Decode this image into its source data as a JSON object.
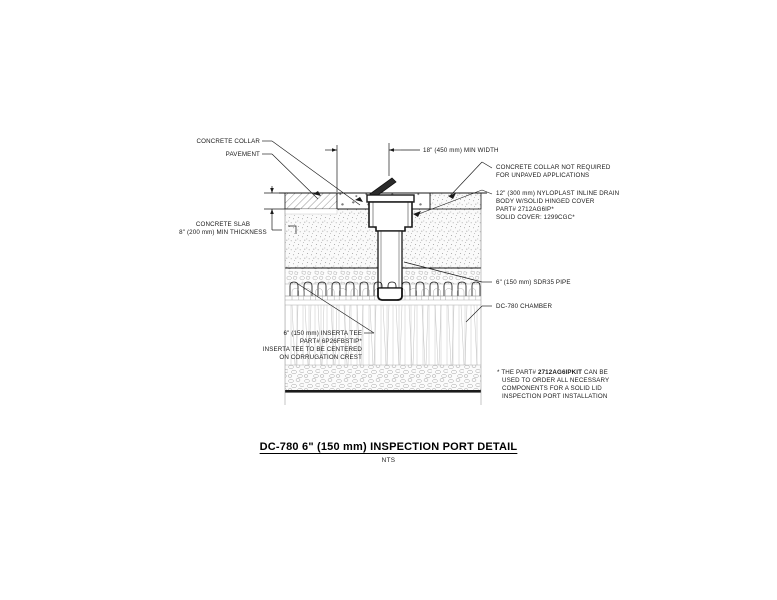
{
  "drawing": {
    "title": "DC-780 6\" (150 mm) INSPECTION PORT DETAIL",
    "scale_note": "NTS"
  },
  "labels": {
    "concrete_collar": "CONCRETE COLLAR",
    "pavement": "PAVEMENT",
    "concrete_slab_line1": "CONCRETE SLAB",
    "concrete_slab_line2": "8\" (200 mm) MIN THICKNESS",
    "min_width": "18\" (450 mm) MIN WIDTH",
    "collar_not_required_line1": "CONCRETE COLLAR NOT REQUIRED",
    "collar_not_required_line2": "FOR UNPAVED APPLICATIONS",
    "inline_drain_line1": "12\" (300 mm) NYLOPLAST INLINE DRAIN",
    "inline_drain_line2": "BODY W/SOLID HINGED COVER",
    "inline_drain_line3": "PART# 2712AG6IP*",
    "inline_drain_line4": "SOLID COVER: 1299CGC*",
    "sdr35_pipe": "6\" (150 mm) SDR35 PIPE",
    "dc780_chamber": "DC-780 CHAMBER",
    "inserta_tee_line1": "6\" (150 mm) INSERTA TEE",
    "inserta_tee_line2": "PART# 6P26FBSTIP*",
    "inserta_tee_line3": "INSERTA TEE TO BE CENTERED",
    "inserta_tee_line4": "ON CORRUGATION CREST",
    "note_line1_pre": "* THE PART# ",
    "note_line1_bold": "2712AG6IPKIT",
    "note_line1_post": " CAN BE",
    "note_line2": "USED TO ORDER ALL NECESSARY",
    "note_line3": "COMPONENTS FOR A SOLID LID",
    "note_line4": "INSPECTION PORT INSTALLATION"
  },
  "colors": {
    "line": "#1a1a1a",
    "hatch": "#888888",
    "fill_light": "#f2f2f2",
    "background": "#ffffff"
  }
}
